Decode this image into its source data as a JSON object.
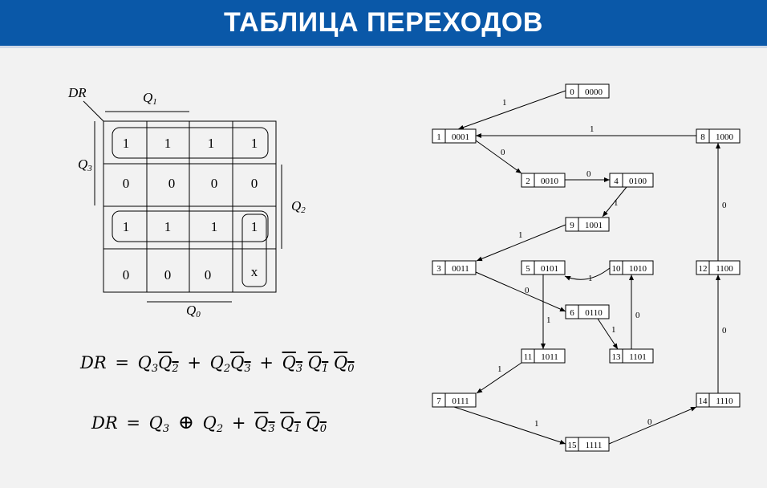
{
  "title": "ТАБЛИЦА ПЕРЕХОДОВ",
  "kmap": {
    "dr_label": "DR",
    "q1_label": "Q",
    "q1_sub": "1",
    "q3_label": "Q",
    "q3_sub": "3",
    "q2_label": "Q",
    "q2_sub": "2",
    "q0_label": "Q",
    "q0_sub": "0",
    "rows": [
      [
        "1",
        "1",
        "1",
        "1"
      ],
      [
        "0",
        "0",
        "0",
        "0"
      ],
      [
        "1",
        "1",
        "1",
        "1"
      ],
      [
        "0",
        "0",
        "0",
        "x"
      ]
    ]
  },
  "formulas": {
    "f1": {
      "lhs": "DR",
      "eq": "=",
      "t1a": "Q",
      "t1a_sub": "3",
      "t1b": "Q",
      "t1b_sub": "2",
      "plus1": "+",
      "t2a": "Q",
      "t2a_sub": "2",
      "t2b": "Q",
      "t2b_sub": "3",
      "plus2": "+",
      "t3a": "Q",
      "t3a_sub": "3",
      "t3b": "Q",
      "t3b_sub": "1",
      "t3c": "Q",
      "t3c_sub": "0"
    },
    "f2": {
      "lhs": "DR",
      "eq": "=",
      "t1a": "Q",
      "t1a_sub": "3",
      "xor": "⊕",
      "t1b": "Q",
      "t1b_sub": "2",
      "plus": "+",
      "t2a": "Q",
      "t2a_sub": "3",
      "t2b": "Q",
      "t2b_sub": "1",
      "t2c": "Q",
      "t2c_sub": "0"
    }
  },
  "graph": {
    "nodes": [
      {
        "id": "n0",
        "num": "0",
        "code": "0000"
      },
      {
        "id": "n1",
        "num": "1",
        "code": "0001"
      },
      {
        "id": "n8",
        "num": "8",
        "code": "1000"
      },
      {
        "id": "n2",
        "num": "2",
        "code": "0010"
      },
      {
        "id": "n4",
        "num": "4",
        "code": "0100"
      },
      {
        "id": "n9",
        "num": "9",
        "code": "1001"
      },
      {
        "id": "n3",
        "num": "3",
        "code": "0011"
      },
      {
        "id": "n5",
        "num": "5",
        "code": "0101"
      },
      {
        "id": "n10",
        "num": "10",
        "code": "1010"
      },
      {
        "id": "n12",
        "num": "12",
        "code": "1100"
      },
      {
        "id": "n6",
        "num": "6",
        "code": "0110"
      },
      {
        "id": "n11",
        "num": "11",
        "code": "1011"
      },
      {
        "id": "n13",
        "num": "13",
        "code": "1101"
      },
      {
        "id": "n7",
        "num": "7",
        "code": "0111"
      },
      {
        "id": "n14",
        "num": "14",
        "code": "1110"
      },
      {
        "id": "n15",
        "num": "15",
        "code": "1111"
      }
    ],
    "edges": [
      {
        "from": "n0",
        "to": "n1",
        "label": "1"
      },
      {
        "from": "n8",
        "to": "n1",
        "label": "1"
      },
      {
        "from": "n1",
        "to": "n2",
        "label": "0"
      },
      {
        "from": "n2",
        "to": "n4",
        "label": "0"
      },
      {
        "from": "n4",
        "to": "n9",
        "label": "1"
      },
      {
        "from": "n9",
        "to": "n3",
        "label": "1"
      },
      {
        "from": "n3",
        "to": "n6",
        "label": "0"
      },
      {
        "from": "n10",
        "to": "n5",
        "label": "1"
      },
      {
        "from": "n5",
        "to": "n11",
        "label": "1"
      },
      {
        "from": "n6",
        "to": "n13",
        "label": "1"
      },
      {
        "from": "n13",
        "to": "n10",
        "label": "0"
      },
      {
        "from": "n11",
        "to": "n7",
        "label": "1"
      },
      {
        "from": "n7",
        "to": "n15",
        "label": "1"
      },
      {
        "from": "n15",
        "to": "n14",
        "label": "0"
      },
      {
        "from": "n14",
        "to": "n12",
        "label": "0"
      },
      {
        "from": "n12",
        "to": "n8",
        "label": "0"
      }
    ]
  }
}
